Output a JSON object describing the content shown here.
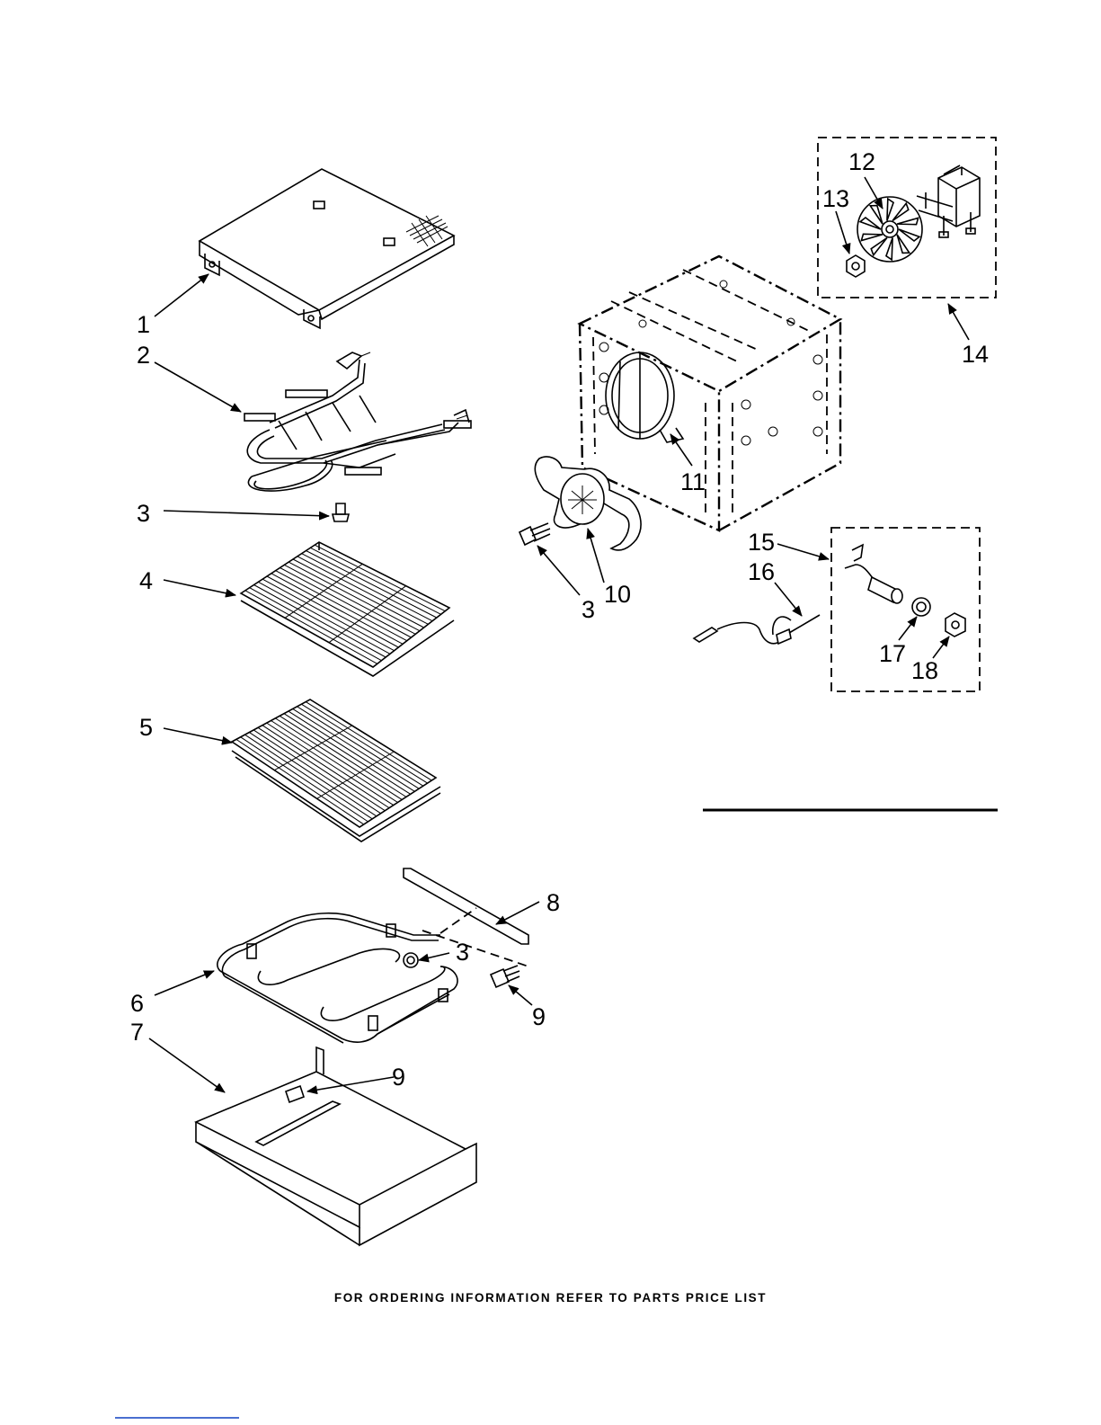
{
  "callouts": {
    "c1": "1",
    "c2": "2",
    "c3a": "3",
    "c4": "4",
    "c5": "5",
    "c6": "6",
    "c7": "7",
    "c8": "8",
    "c3b": "3",
    "c9a": "9",
    "c9b": "9",
    "c3c": "3",
    "c10": "10",
    "c11": "11",
    "c12": "12",
    "c13": "13",
    "c14": "14",
    "c15": "15",
    "c16": "16",
    "c17": "17",
    "c18": "18"
  },
  "footer": "FOR ORDERING INFORMATION REFER TO PARTS PRICE LIST",
  "parts": [
    {
      "id": "1",
      "icon": "top-panel-icon"
    },
    {
      "id": "2",
      "icon": "broil-element-icon"
    },
    {
      "id": "3",
      "icon": "screw-icon"
    },
    {
      "id": "4",
      "icon": "oven-rack-icon"
    },
    {
      "id": "5",
      "icon": "sliding-rack-icon"
    },
    {
      "id": "6",
      "icon": "bake-element-icon"
    },
    {
      "id": "7",
      "icon": "bottom-cover-icon"
    },
    {
      "id": "8",
      "icon": "bracket-icon"
    },
    {
      "id": "9",
      "icon": "screw-icon"
    },
    {
      "id": "10",
      "icon": "baffle-icon"
    },
    {
      "id": "11",
      "icon": "convection-element-icon"
    },
    {
      "id": "12",
      "icon": "fan-blade-icon"
    },
    {
      "id": "13",
      "icon": "nut-icon"
    },
    {
      "id": "14",
      "icon": "convection-motor-icon"
    },
    {
      "id": "15",
      "icon": "sensor-icon"
    },
    {
      "id": "16",
      "icon": "meat-probe-icon"
    },
    {
      "id": "17",
      "icon": "washer-icon"
    },
    {
      "id": "18",
      "icon": "nut-icon"
    }
  ]
}
